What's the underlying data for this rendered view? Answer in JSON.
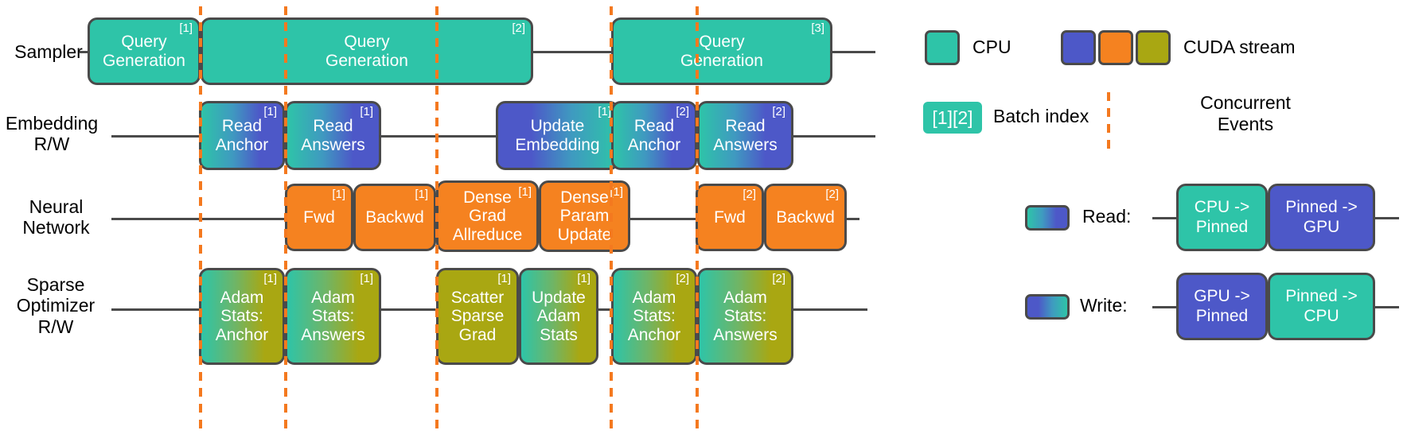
{
  "rows": [
    {
      "id": "sampler",
      "label": "Sampler"
    },
    {
      "id": "embedding",
      "label": "Embedding\nR/W"
    },
    {
      "id": "neural",
      "label": "Neural\nNetwork"
    },
    {
      "id": "sparse",
      "label": "Sparse\nOptimizer\nR/W"
    }
  ],
  "row_labels": {
    "sampler": "Sampler",
    "embedding_l1": "Embedding",
    "embedding_l2": "R/W",
    "neural_l1": "Neural",
    "neural_l2": "Network",
    "sparse_l1": "Sparse",
    "sparse_l2": "Optimizer",
    "sparse_l3": "R/W"
  },
  "tasks": {
    "sampler": [
      {
        "label": "Query\nGeneration",
        "batch": "[1]",
        "kind": "cpu"
      },
      {
        "label": "Query\nGeneration",
        "batch": "[2]",
        "kind": "cpu"
      },
      {
        "label": "Query\nGeneration",
        "batch": "[3]",
        "kind": "cpu"
      }
    ],
    "embedding": [
      {
        "label": "Read\nAnchor",
        "batch": "[1]",
        "kind": "read"
      },
      {
        "label": "Read\nAnswers",
        "batch": "[1]",
        "kind": "read"
      },
      {
        "label": "Update\nEmbedding",
        "batch": "[1]",
        "kind": "write"
      },
      {
        "label": "Read\nAnchor",
        "batch": "[2]",
        "kind": "read"
      },
      {
        "label": "Read\nAnswers",
        "batch": "[2]",
        "kind": "read"
      }
    ],
    "neural": [
      {
        "label": "Fwd",
        "batch": "[1]",
        "kind": "cuda-orange"
      },
      {
        "label": "Backwd",
        "batch": "[1]",
        "kind": "cuda-orange"
      },
      {
        "label": "Dense\nGrad\nAllreduce",
        "batch": "[1]",
        "kind": "cuda-orange"
      },
      {
        "label": "Dense\nParam\nUpdate",
        "batch": "[1]",
        "kind": "cuda-orange"
      },
      {
        "label": "Fwd",
        "batch": "[2]",
        "kind": "cuda-orange"
      },
      {
        "label": "Backwd",
        "batch": "[2]",
        "kind": "cuda-orange"
      }
    ],
    "sparse": [
      {
        "label": "Adam\nStats:\nAnchor",
        "batch": "[1]",
        "kind": "adam"
      },
      {
        "label": "Adam\nStats:\nAnswers",
        "batch": "[1]",
        "kind": "adam"
      },
      {
        "label": "Scatter\nSparse\nGrad",
        "batch": "[1]",
        "kind": "olive"
      },
      {
        "label": "Update\nAdam\nStats",
        "batch": "[1]",
        "kind": "adam"
      },
      {
        "label": "Adam\nStats:\nAnchor",
        "batch": "[2]",
        "kind": "adam"
      },
      {
        "label": "Adam\nStats:\nAnswers",
        "batch": "[2]",
        "kind": "adam"
      }
    ]
  },
  "legend": {
    "cpu_label": "CPU",
    "cuda_label": "CUDA stream",
    "batch_badge": "[1][2]",
    "batch_label": "Batch index",
    "concurrent_l1": "Concurrent",
    "concurrent_l2": "Events",
    "read_label": "Read:",
    "write_label": "Write:",
    "read_stage_1": "CPU ->\nPinned",
    "read_stage_2": "Pinned ->\nGPU",
    "write_stage_1": "GPU ->\nPinned",
    "write_stage_2": "Pinned ->\nCPU"
  },
  "colors": {
    "cpu": "#2ec4a8",
    "cuda_blue": "#4d58c8",
    "cuda_orange": "#f58220",
    "cuda_olive": "#a9a712",
    "concurrent_line": "#f4791f",
    "stroke": "#4a4a4a",
    "text": "#000000"
  }
}
